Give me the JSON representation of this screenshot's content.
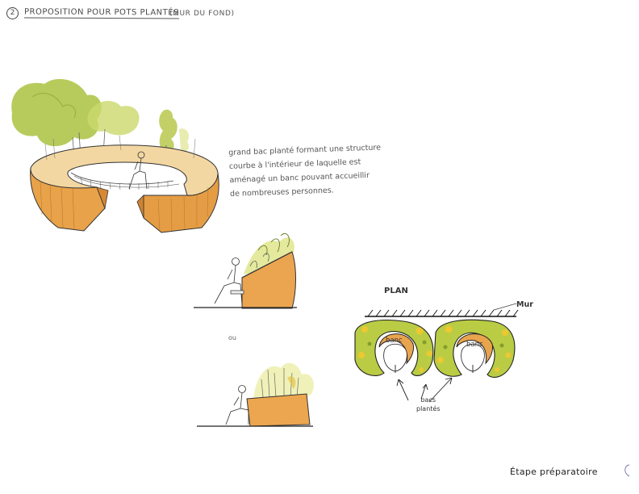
{
  "header": {
    "number": "2",
    "title": "PROPOSITION POUR POTS PLANTÉS",
    "subtitle": "(MUR DU FOND)"
  },
  "annotation": {
    "lines": [
      "grand bac planté formant une structure",
      "courbe à l'intérieur de laquelle est",
      "aménagé un banc pouvant accueillir",
      "de nombreuses personnes."
    ]
  },
  "labels": {
    "ou": "ou",
    "plan": "PLAN",
    "mur": "Mur",
    "banc_left": "banc",
    "banc_right": "banc",
    "bacs_line1": "bacs",
    "bacs_line2": "plantés"
  },
  "footer": {
    "stage": "Étape préparatoire"
  },
  "colors": {
    "orange": "#e9a44e",
    "orange_dark": "#cf8330",
    "green": "#a8c23c",
    "green_light": "#cfdc7a",
    "yellow": "#f0c830",
    "ink": "#2e2e2e"
  }
}
